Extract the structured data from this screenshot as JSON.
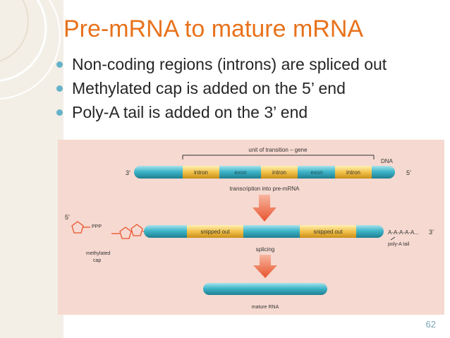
{
  "slide": {
    "title": "Pre-mRNA to mature mRNA",
    "bullets": [
      "Non-coding regions (introns) are spliced out",
      "Methylated cap is added on the 5’ end",
      "Poly-A tail is added on the 3’ end"
    ],
    "page_number": "62"
  },
  "diagram": {
    "unit_label": "unit of transition – gene",
    "dna_label": "DNA",
    "segments_top": [
      "intron",
      "exon",
      "intron",
      "exon",
      "intron"
    ],
    "end_3": "3’",
    "end_5": "5’",
    "step1": "transcription into pre-mRNA",
    "ppp": "PPP",
    "cap_label_1": "methylated",
    "cap_label_2": "cap",
    "snipped_out": "snipped out",
    "polya_text": "A-A-A-A-A...",
    "polya_label": "poly-A tail",
    "step2": "splicing",
    "mature": "mature RNA",
    "colors": {
      "cyan": "#3fb6c9",
      "yellow": "#f2c24a",
      "arrow": "#e8542d",
      "title": "#e8721c"
    }
  }
}
